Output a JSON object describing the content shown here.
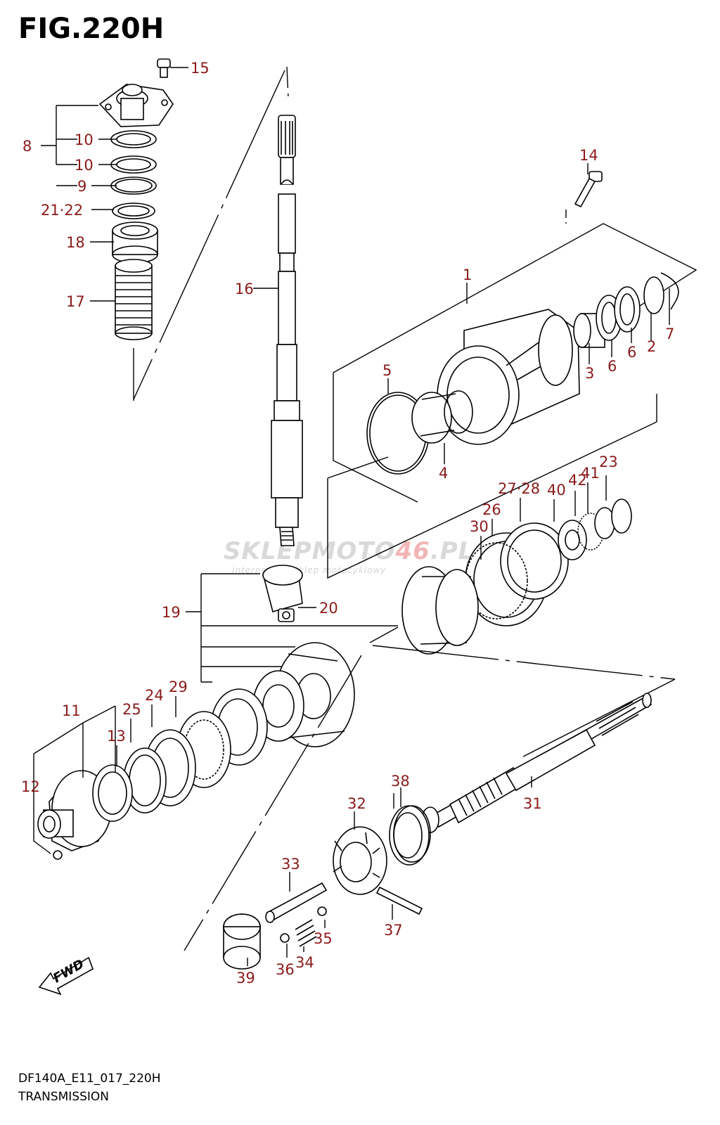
{
  "figure": {
    "title": "FIG.220H",
    "code": "DF140A_E11_017_220H",
    "name": "TRANSMISSION"
  },
  "watermark": {
    "brand_a": "SKLEP",
    "brand_b": "MOTO",
    "brand_c": "46",
    "brand_d": ".PL",
    "tagline": "internetowy sklep motocyklowy"
  },
  "direction_badge": "FWD",
  "callouts": {
    "c1": "1",
    "c2": "2",
    "c3": "3",
    "c4": "4",
    "c5": "5",
    "c6a": "6",
    "c6b": "6",
    "c7": "7",
    "c8": "8",
    "c9": "9",
    "c10a": "10",
    "c10b": "10",
    "c11": "11",
    "c12": "12",
    "c13": "13",
    "c14": "14",
    "c15": "15",
    "c16": "16",
    "c17": "17",
    "c18": "18",
    "c19": "19",
    "c20": "20",
    "c21_22": "21·22",
    "c23": "23",
    "c24": "24",
    "c25": "25",
    "c26": "26",
    "c27_28": "27·28",
    "c29": "29",
    "c30": "30",
    "c31": "31",
    "c32": "32",
    "c33": "33",
    "c34": "34",
    "c35": "35",
    "c36": "36",
    "c37": "37",
    "c38": "38",
    "c39": "39",
    "c40": "40",
    "c41": "41",
    "c42": "42"
  },
  "colors": {
    "callout": "#8b1a1a",
    "line": "#000000",
    "background": "#ffffff"
  }
}
